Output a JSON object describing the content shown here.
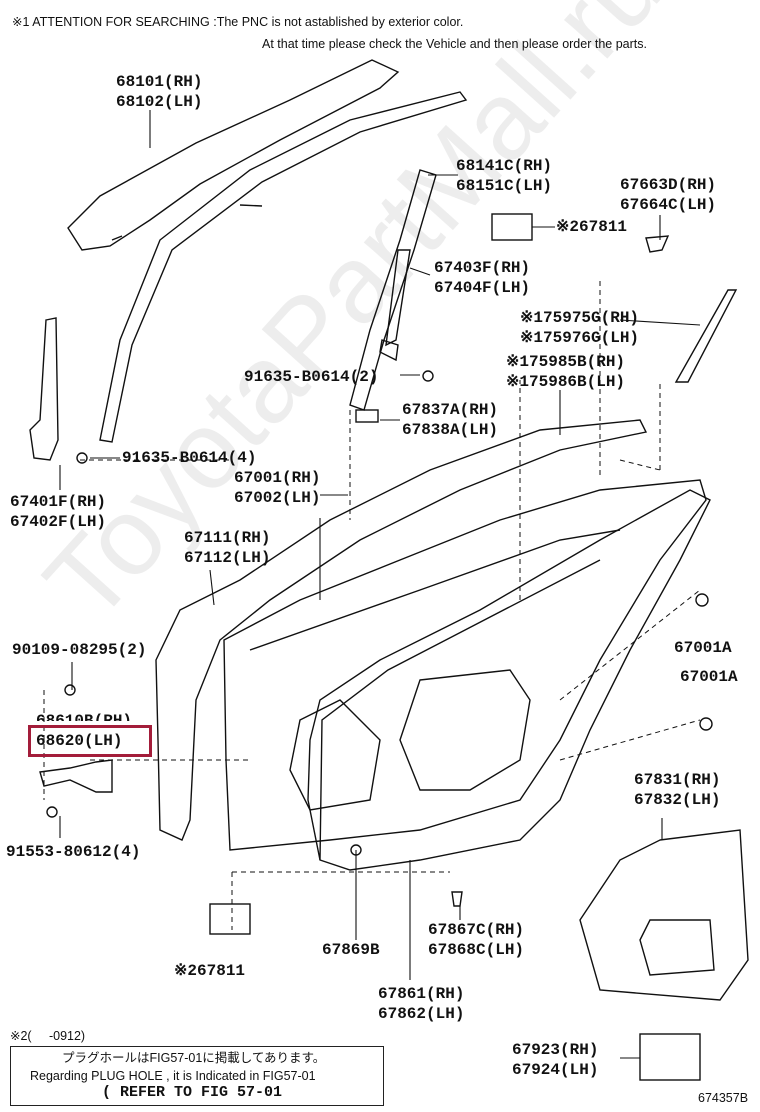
{
  "header": {
    "note_line1": "※1 ATTENTION FOR SEARCHING :The PNC is not astablished by exterior color.",
    "note_line2": "At that time please check the Vehicle and then please order the parts."
  },
  "watermark": "ToyotaPartMall.ru",
  "highlight_color": "#a31d3a",
  "labels": {
    "l68101": "68101(RH)",
    "l68102": "68102(LH)",
    "l68141": "68141C(RH)",
    "l68151": "68151C(LH)",
    "l67663": "67663D(RH)",
    "l67664": "67664C(LH)",
    "l67811a": "※267811",
    "l67403": "67403F(RH)",
    "l67404": "67404F(LH)",
    "l75975": "※175975G(RH)",
    "l75976": "※175976G(LH)",
    "l75985": "※175985B(RH)",
    "l75986": "※175986B(LH)",
    "l91635a": "91635-B0614(2)",
    "l67837": "67837A(RH)",
    "l67838": "67838A(LH)",
    "l91635b": "91635-B0614(4)",
    "l67401": "67401F(RH)",
    "l67402": "67402F(LH)",
    "l67001": "67001(RH)",
    "l67002": "67002(LH)",
    "l67111": "67111(RH)",
    "l67112": "67112(LH)",
    "l90109": "90109-08295(2)",
    "l67001a1": "67001A",
    "l67001a2": "67001A",
    "l68610": "68610B(RH)",
    "l68620": "68620(LH)",
    "l67831": "67831(RH)",
    "l67832": "67832(LH)",
    "l91553": "91553-80612(4)",
    "l67867": "67867C(RH)",
    "l67868": "67868C(LH)",
    "l67869": "67869B",
    "l67811b": "※267811",
    "l67861": "67861(RH)",
    "l67862": "67862(LH)",
    "l67923": "67923(RH)",
    "l67924": "67924(LH)"
  },
  "footer": {
    "note2": "※2(     -0912)",
    "jp_line": "プラグホールはFIG57-01に掲載してあります。",
    "en_line": "Regarding PLUG HOLE , it is Indicated in FIG57-01",
    "refer": "( REFER TO FIG 57-01",
    "code": "674357B"
  }
}
